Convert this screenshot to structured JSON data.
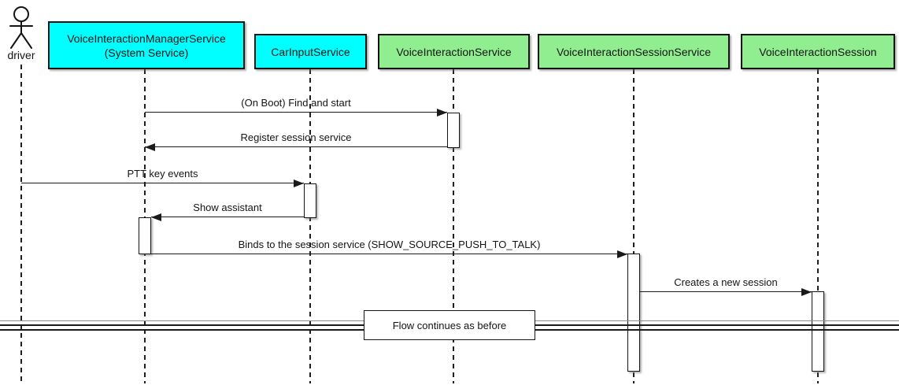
{
  "colors": {
    "participant_cyan": "#00ffff",
    "participant_green": "#90ee90",
    "line": "#1a1a1a",
    "background": "#ffffff"
  },
  "actor": {
    "label": "driver"
  },
  "participants": [
    {
      "line1": "VoiceInteractionManagerService",
      "line2": "(System Service)",
      "fill": "#00ffff"
    },
    {
      "line1": "CarInputService",
      "fill": "#00ffff"
    },
    {
      "line1": "VoiceInteractionService",
      "fill": "#90ee90"
    },
    {
      "line1": "VoiceInteractionSessionService",
      "fill": "#90ee90"
    },
    {
      "line1": "VoiceInteractionSession",
      "fill": "#90ee90"
    }
  ],
  "messages": [
    {
      "label": "(On Boot) Find and start",
      "from": "VoiceInteractionManagerService",
      "to": "VoiceInteractionService",
      "direction": "right"
    },
    {
      "label": "Register session service",
      "from": "VoiceInteractionService",
      "to": "VoiceInteractionManagerService",
      "direction": "left"
    },
    {
      "label": "PTT key events",
      "from": "driver",
      "to": "CarInputService",
      "direction": "right"
    },
    {
      "label": "Show assistant",
      "from": "CarInputService",
      "to": "VoiceInteractionManagerService",
      "direction": "left"
    },
    {
      "label": "Binds to the session service (SHOW_SOURCE_PUSH_TO_TALK)",
      "from": "VoiceInteractionManagerService",
      "to": "VoiceInteractionSessionService",
      "direction": "right"
    },
    {
      "label": "Creates a new session",
      "from": "VoiceInteractionSessionService",
      "to": "VoiceInteractionSession",
      "direction": "right"
    }
  ],
  "divider": {
    "label": "Flow continues as before"
  }
}
